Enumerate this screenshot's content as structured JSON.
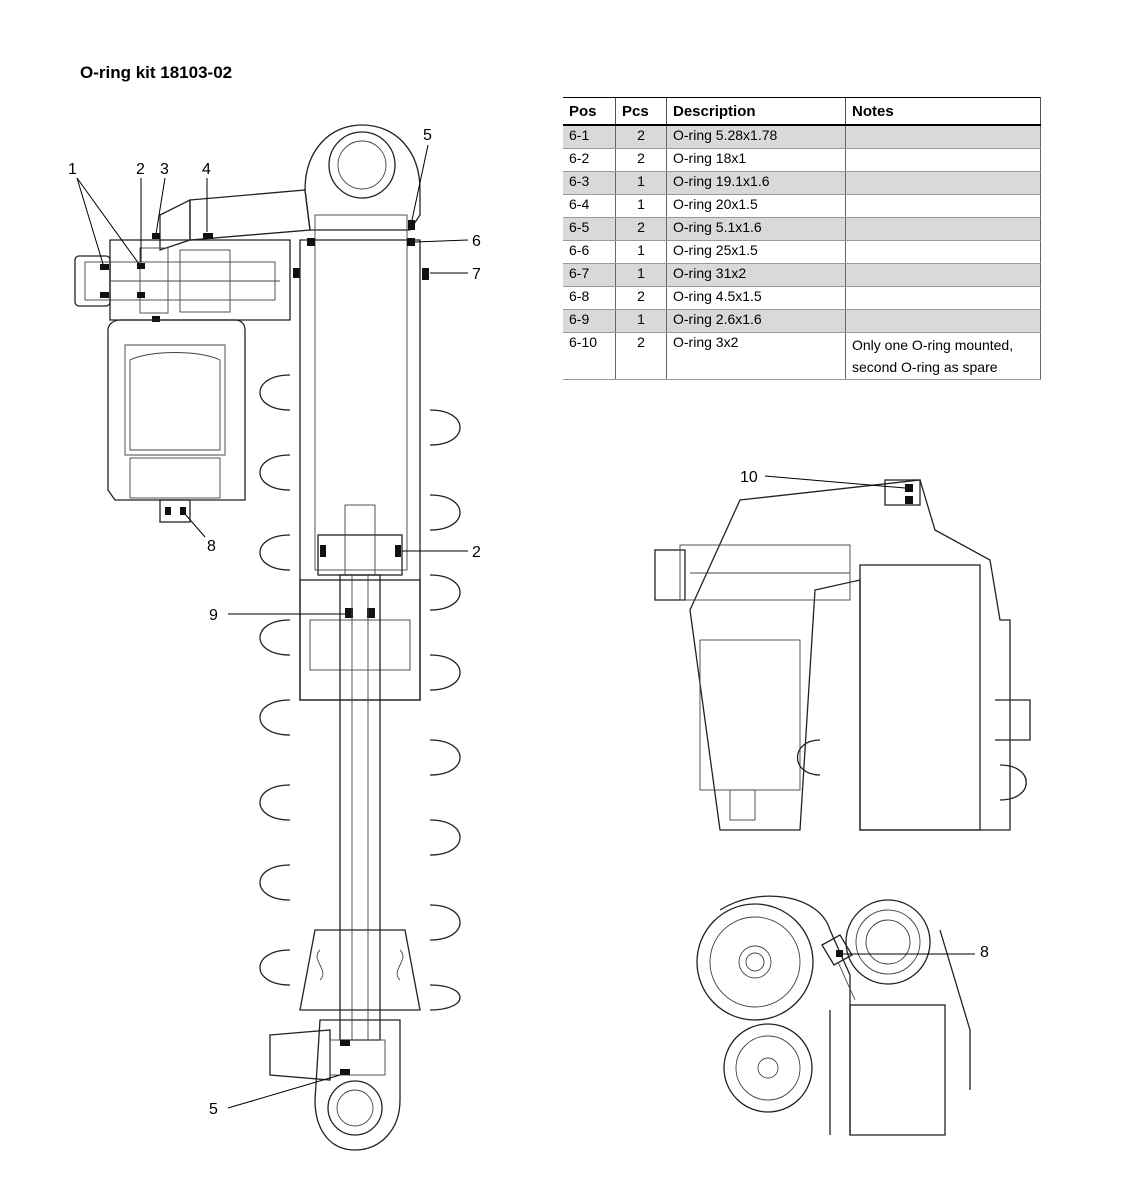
{
  "title": "O-ring kit 18103-02",
  "table": {
    "headers": [
      "Pos",
      "Pcs",
      "Description",
      "Notes"
    ],
    "rows": [
      {
        "pos": "6-1",
        "pcs": "2",
        "description": "O-ring 5.28x1.78",
        "notes": "",
        "notes2": ""
      },
      {
        "pos": "6-2",
        "pcs": "2",
        "description": "O-ring 18x1",
        "notes": "",
        "notes2": ""
      },
      {
        "pos": "6-3",
        "pcs": "1",
        "description": "O-ring 19.1x1.6",
        "notes": "",
        "notes2": ""
      },
      {
        "pos": "6-4",
        "pcs": "1",
        "description": "O-ring 20x1.5",
        "notes": "",
        "notes2": ""
      },
      {
        "pos": "6-5",
        "pcs": "2",
        "description": "O-ring 5.1x1.6",
        "notes": "",
        "notes2": ""
      },
      {
        "pos": "6-6",
        "pcs": "1",
        "description": "O-ring 25x1.5",
        "notes": "",
        "notes2": ""
      },
      {
        "pos": "6-7",
        "pcs": "1",
        "description": "O-ring 31x2",
        "notes": "",
        "notes2": ""
      },
      {
        "pos": "6-8",
        "pcs": "2",
        "description": "O-ring 4.5x1.5",
        "notes": "",
        "notes2": ""
      },
      {
        "pos": "6-9",
        "pcs": "1",
        "description": "O-ring 2.6x1.6",
        "notes": "",
        "notes2": ""
      },
      {
        "pos": "6-10",
        "pcs": "2",
        "description": "O-ring 3x2",
        "notes": "Only one O-ring mounted,",
        "notes2": "second O-ring as spare"
      }
    ]
  },
  "callouts": {
    "c1": "1",
    "c2": "2",
    "c3": "3",
    "c4": "4",
    "c5_top": "5",
    "c6": "6",
    "c7": "7",
    "c8_main": "8",
    "c2_piston": "2",
    "c9": "9",
    "c5_bottom": "5",
    "c10": "10",
    "c8_detail": "8"
  }
}
